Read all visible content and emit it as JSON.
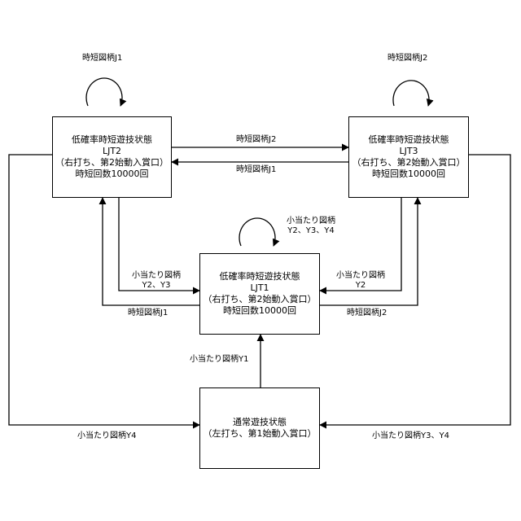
{
  "boxes": {
    "ljt2": {
      "title": "低確率時短遊技状態",
      "code": "LJT2",
      "sub": "（右打ち、第2始動入賞口）",
      "count": "時短回数10000回"
    },
    "ljt3": {
      "title": "低確率時短遊技状態",
      "code": "LJT3",
      "sub": "（右打ち、第2始動入賞口）",
      "count": "時短回数10000回"
    },
    "ljt1": {
      "title": "低確率時短遊技状態",
      "code": "LJT1",
      "sub": "（右打ち、第2始動入賞口）",
      "count": "時短回数10000回"
    },
    "normal": {
      "title": "通常遊技状態",
      "sub": "（左打ち、第1始動入賞口）"
    }
  },
  "labels": {
    "loop_ljt2": "時短図柄J1",
    "loop_ljt3": "時短図柄J2",
    "loop_ljt1_line1": "小当たり図柄",
    "loop_ljt1_line2": "Y2、Y3、Y4",
    "ljt2_to_ljt3": "時短図柄J2",
    "ljt3_to_ljt2": "時短図柄J1",
    "ljt2_to_ljt1_line1": "小当たり図柄",
    "ljt2_to_ljt1_line2": "Y2、Y3",
    "ljt1_to_ljt2": "時短図柄J1",
    "ljt3_to_ljt1_line1": "小当たり図柄",
    "ljt3_to_ljt1_line2": "Y2",
    "ljt1_to_ljt3": "時短図柄J2",
    "normal_to_ljt1": "小当たり図柄Y1",
    "ljt2_to_normal": "小当たり図柄Y4",
    "ljt3_to_normal": "小当たり図柄Y3、Y4"
  }
}
